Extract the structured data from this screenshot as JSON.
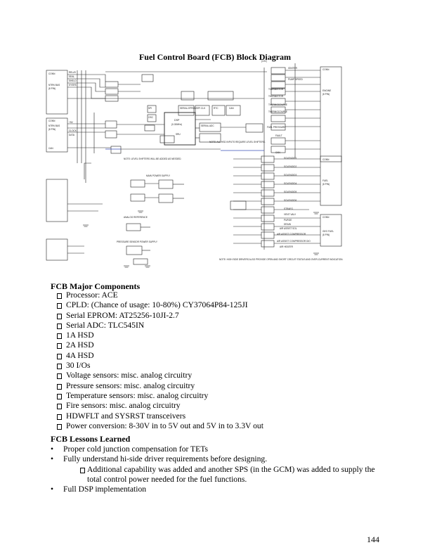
{
  "title": "Fuel Control Board (FCB) Block Diagram",
  "diagram": {
    "top_label": "(10V)",
    "left_connectors": [
      {
        "name": "CONN",
        "sub": "NTRN BUS",
        "pins": "(8 PIN)",
        "signals": [
          "RELAY",
          "SEAL",
          "SHELD",
          "SYSRS"
        ]
      },
      {
        "name": "CONN",
        "sub": "NTRN BUS",
        "pins": "(8 PIN)",
        "signals": [
          "+5V",
          "CLOCK",
          "DATA"
        ]
      },
      {
        "name": "CAN",
        "sub": "",
        "pins": "",
        "signals": []
      }
    ],
    "right_connectors": [
      {
        "name": "CONN",
        "sub": "ENGINE",
        "pins": "(8 PIN)"
      },
      {
        "name": "CONN",
        "sub": "FUEL",
        "pins": "(8 PIN)"
      },
      {
        "name": "CONN",
        "sub": "GEO FUEL",
        "pins": "(8 PIN)"
      }
    ],
    "center_labels": [
      "DSP",
      "(0-30MHz)",
      "SRU",
      "SERIAL EPROM",
      "SPI CLK",
      "RTC",
      "CAN",
      "SPI",
      "OSC",
      "SERIAL ADC",
      "MAIN POWER SUPPLY",
      "ANALOG REFERENCE",
      "PRESSURE SENSOR POWER SUPPLY"
    ],
    "notes": [
      "NOTE: LEVEL SHIFTERS WILL BE ADDED AS NEEDED.",
      "NOTE: ALL HSD INPUTS REQUIRE LEVEL SHIFTERS.",
      "NOTE: HIGH SIDE DRIVERS ALSO PROVIDE OPEN AND SHORT CIRCUIT STATUS AND OVER-CURRENT INDICATION."
    ],
    "right_signals": [
      "IGNITER",
      "PUMP SPEED",
      "THERMISTOR",
      "THERMISTOR",
      "THERMOCOUPLE",
      "THERMOCOUPLE",
      "FUEL PRESSURE",
      "FAULT",
      "CAN",
      "SOLENOID1",
      "SOLENOID2",
      "SOLENOID3",
      "SOLENOID4",
      "SOLENOID5",
      "SOLENOID6",
      "STRAFG",
      "VENT VALV",
      "PURGE",
      "DRAIN",
      "AIR ASSIST SOL",
      "AIR ASSIST COMPRESSOR",
      "AIR ASSIST COMPRESSOR DIO",
      "AIR HEATER"
    ]
  },
  "components_heading": "FCB Major Components",
  "components": [
    "Processor:  ACE",
    "CPLD:  (Chance of usage:  10-80%)  CY37064P84-125JI",
    "Serial EPROM:  AT25256-10JI-2.7",
    "Serial ADC:  TLC545IN",
    "1A HSD",
    "2A HSD",
    "4A HSD",
    "30 I/Os",
    "Voltage sensors:  misc. analog circuitry",
    "Pressure sensors:  misc. analog circuitry",
    "Temperature sensors:  misc. analog circuitry",
    "Fire sensors:  misc. analog circuitry",
    "HDWFLT and SYSRST transceivers",
    "Power conversion:  8-30V in to 5V out   and  5V in to 3.3V out"
  ],
  "lessons_heading": "FCB Lessons Learned",
  "lessons": {
    "item1": "Proper cold junction compensation for TETs",
    "item2": "Fully understand hi-side driver requirements before designing.",
    "sub1": "Additional capability was added and another SPS (in the GCM) was added to supply the total control power needed for the fuel functions.",
    "item3": "Full DSP implementation"
  },
  "bullet": "•",
  "page_number": "144"
}
